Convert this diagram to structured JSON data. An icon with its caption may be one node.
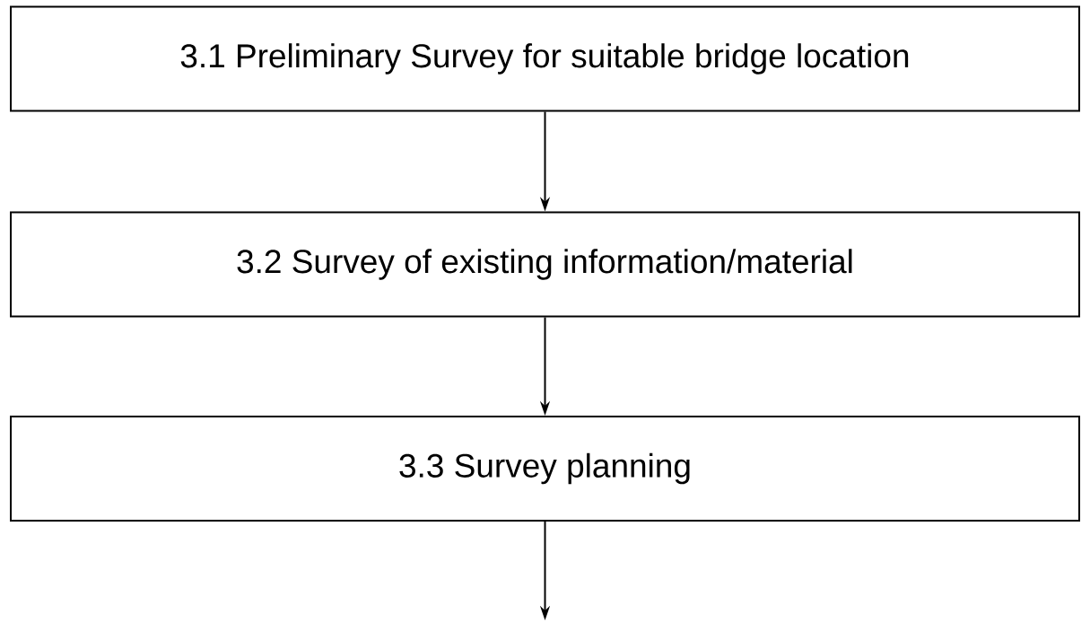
{
  "diagram": {
    "nodes": [
      {
        "text": [
          "3.1 Preliminary Survey for suitable bridge location"
        ]
      },
      {
        "text": [
          "3.2 Survey of existing information/material"
        ]
      },
      {
        "text": [
          "3.3 Survey planning"
        ]
      }
    ],
    "edges": [
      {
        "from": 0,
        "to": 1,
        "arrow": "to"
      },
      {
        "from": 1,
        "to": 2,
        "arrow": "to"
      },
      {
        "from": 2,
        "to": null,
        "arrow": "to"
      }
    ]
  }
}
